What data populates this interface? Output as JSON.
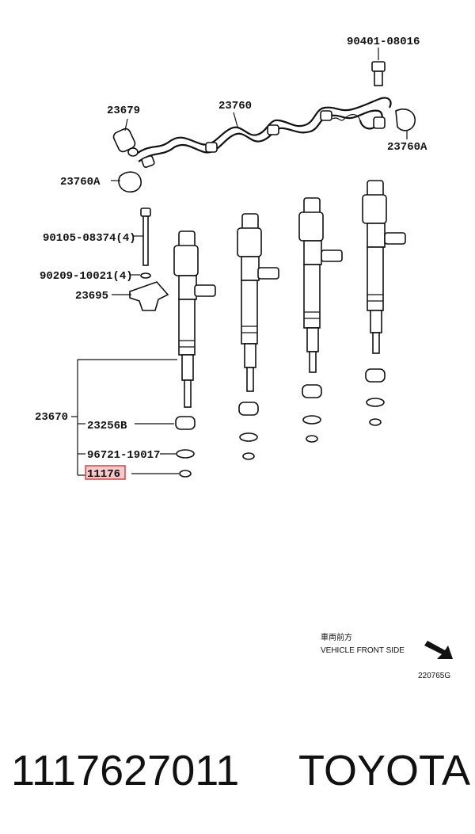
{
  "labels": {
    "bolt_top": "90401-08016",
    "fuel_line": "23760",
    "clamp_right": "23760A",
    "banjo": "23679",
    "clamp_left": "23760A",
    "long_bolt": "90105-08374(4)",
    "washer_bolt": "90209-10021(4)",
    "clamp_plate": "23695",
    "injector_assy": "23670",
    "gasket_cup": "23256B",
    "o_ring": "96721-19017",
    "seal_washer": "11176"
  },
  "notes": {
    "front_jp": "車両前方",
    "front_en": "VEHICLE FRONT SIDE",
    "diagram_id": "220765G"
  },
  "caption": {
    "part_number": "1117627011",
    "brand": "TOYOTA"
  },
  "colors": {
    "highlight_fill": "#f3c9c9",
    "highlight_stroke": "#d23a3a",
    "ink": "#111111"
  }
}
